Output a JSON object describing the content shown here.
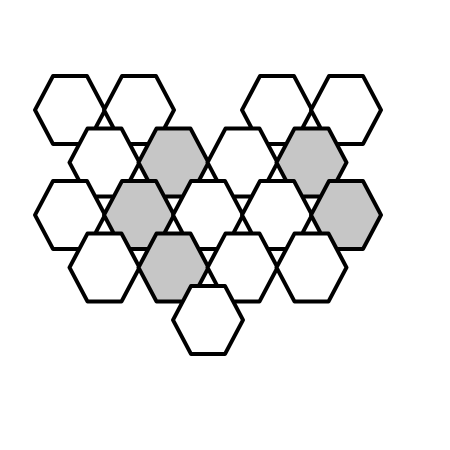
{
  "puzzle": {
    "colors": {
      "empty": "#ffffff",
      "filled": "#c6c6c6",
      "outline": "#000000",
      "background": "#ffffff"
    },
    "rows": [
      [
        {
          "col": 0,
          "state": "empty"
        },
        {
          "col": 2,
          "state": "empty"
        },
        {
          "col": 6,
          "state": "empty"
        },
        {
          "col": 8,
          "state": "empty"
        }
      ],
      [
        {
          "col": 1,
          "state": "empty"
        },
        {
          "col": 3,
          "state": "filled"
        },
        {
          "col": 5,
          "state": "empty"
        },
        {
          "col": 7,
          "state": "filled"
        }
      ],
      [
        {
          "col": 0,
          "state": "empty"
        },
        {
          "col": 2,
          "state": "filled"
        },
        {
          "col": 4,
          "state": "empty"
        },
        {
          "col": 6,
          "state": "empty"
        },
        {
          "col": 8,
          "state": "filled"
        }
      ],
      [
        {
          "col": 1,
          "state": "empty"
        },
        {
          "col": 3,
          "state": "filled"
        },
        {
          "col": 5,
          "state": "empty"
        },
        {
          "col": 7,
          "state": "empty"
        }
      ],
      [
        {
          "col": 4,
          "state": "empty"
        }
      ]
    ]
  }
}
